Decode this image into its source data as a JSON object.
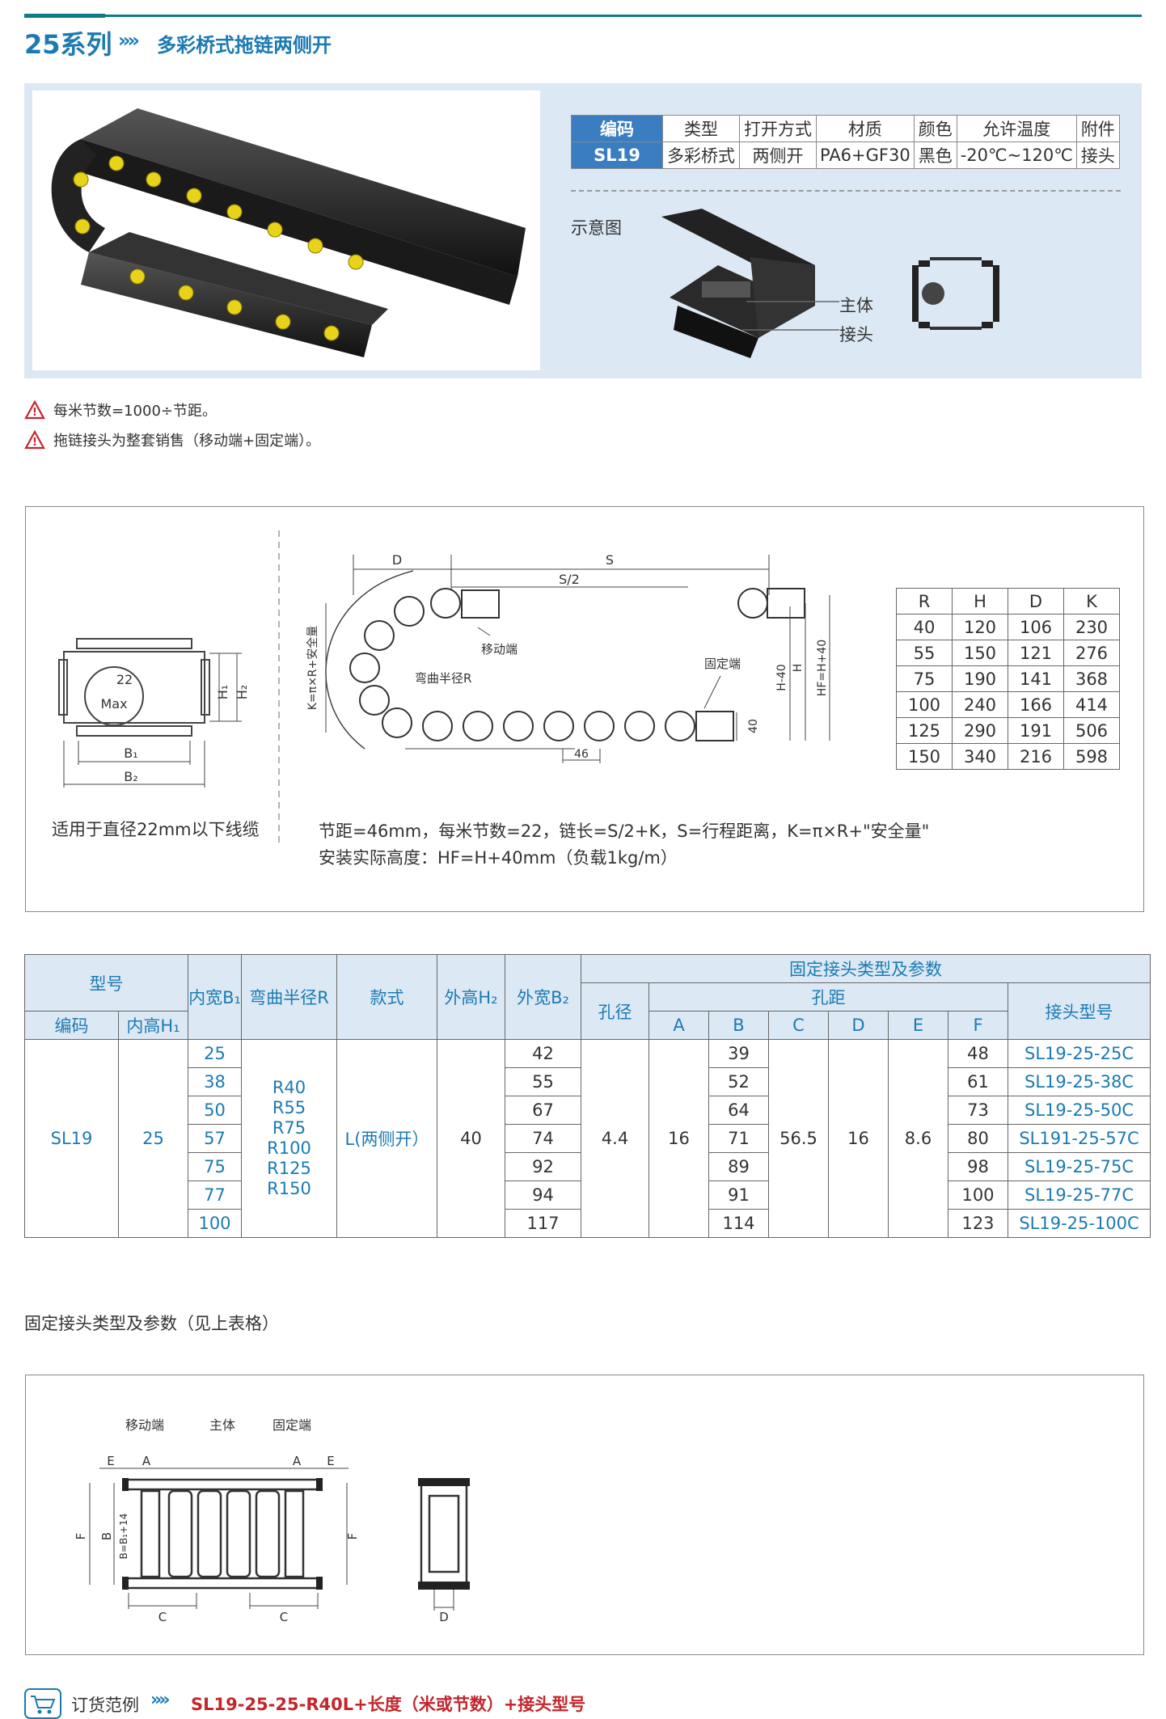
{
  "header": {
    "series": "25系列",
    "arrow": "»»",
    "subtitle": "多彩桥式拖链两侧开"
  },
  "spec": {
    "headers": [
      "编码",
      "类型",
      "打开方式",
      "材质",
      "颜色",
      "允许温度",
      "附件"
    ],
    "row": [
      "SL19",
      "多彩桥式",
      "两侧开",
      "PA6+GF30",
      "黑色",
      "-20℃~120℃",
      "接头"
    ],
    "diagram_label": "示意图",
    "label_main": "主体",
    "label_joint": "接头"
  },
  "warnings": [
    "每米节数=1000÷节距。",
    "拖链接头为整套销售（移动端+固定端）。"
  ],
  "drawing": {
    "section_labels": {
      "b1": "B₁",
      "b2": "B₂",
      "h1": "H₁",
      "h2": "H₂",
      "max": "22",
      "max2": "Max"
    },
    "cable_note": "适用于直径22mm以下线缆",
    "labels": {
      "d": "D",
      "s": "S",
      "s2": "S/2",
      "moving": "移动端",
      "fixed": "固定端",
      "bend": "弯曲半径R",
      "k_formula": "K=π×R+安全量",
      "pitch": "46",
      "h40": "H-40",
      "h": "H",
      "hf": "HF=H+40",
      "forty": "40"
    },
    "note1": "节距=46mm，每米节数=22，链长=S/2+K，S=行程距离，K=π×R+\"安全量\"",
    "note2": "安装实际高度：HF=H+40mm（负载1kg/m）",
    "rh_table": {
      "headers": [
        "R",
        "H",
        "D",
        "K"
      ],
      "rows": [
        [
          "40",
          "120",
          "106",
          "230"
        ],
        [
          "55",
          "150",
          "121",
          "276"
        ],
        [
          "75",
          "190",
          "141",
          "368"
        ],
        [
          "100",
          "240",
          "166",
          "414"
        ],
        [
          "125",
          "290",
          "191",
          "506"
        ],
        [
          "150",
          "340",
          "216",
          "598"
        ]
      ]
    }
  },
  "main_table": {
    "h_model": "型号",
    "h_code": "编码",
    "h_inner_h": "内高H₁",
    "h_inner_b": "内宽B₁",
    "h_bend": "弯曲半径R",
    "h_style": "款式",
    "h_outer_h": "外高H₂",
    "h_outer_b": "外宽B₂",
    "h_fixed": "固定接头类型及参数",
    "h_hole": "孔径",
    "h_pitch": "孔距",
    "h_cols": [
      "A",
      "B",
      "C",
      "D",
      "E",
      "F"
    ],
    "h_joint": "接头型号",
    "code": "SL19",
    "inner_h": "25",
    "bend": [
      "R40",
      "R55",
      "R75",
      "R100",
      "R125",
      "R150"
    ],
    "style": "L(两侧开）",
    "outer_h": "40",
    "hole": "4.4",
    "a": "16",
    "c": "56.5",
    "d": "16",
    "e": "8.6",
    "rows": [
      {
        "b1": "25",
        "b2": "42",
        "b": "39",
        "f": "48",
        "joint": "SL19-25-25C"
      },
      {
        "b1": "38",
        "b2": "55",
        "b": "52",
        "f": "61",
        "joint": "SL19-25-38C"
      },
      {
        "b1": "50",
        "b2": "67",
        "b": "64",
        "f": "73",
        "joint": "SL19-25-50C"
      },
      {
        "b1": "57",
        "b2": "74",
        "b": "71",
        "f": "80",
        "joint": "SL191-25-57C"
      },
      {
        "b1": "75",
        "b2": "92",
        "b": "89",
        "f": "98",
        "joint": "SL19-25-75C"
      },
      {
        "b1": "77",
        "b2": "94",
        "b": "91",
        "f": "100",
        "joint": "SL19-25-77C"
      },
      {
        "b1": "100",
        "b2": "117",
        "b": "114",
        "f": "123",
        "joint": "SL19-25-100C"
      }
    ]
  },
  "fixed_section": {
    "title": "固定接头类型及参数（见上表格）",
    "labels": {
      "moving": "移动端",
      "main": "主体",
      "fixed": "固定端",
      "e": "E",
      "a": "A",
      "f": "F",
      "b": "B",
      "bb": "B=B₁+14",
      "c": "C",
      "d": "D"
    }
  },
  "order": {
    "label": "订货范例",
    "arrow": "»»",
    "code": "SL19-25-25-R40L+长度（米或节数）+接头型号"
  },
  "colors": {
    "accent": "#1c7ab3",
    "teal": "#0f7b8a",
    "panel": "#dce9f5",
    "code_bg": "#3a7dc0",
    "order_red": "#c3262c"
  }
}
